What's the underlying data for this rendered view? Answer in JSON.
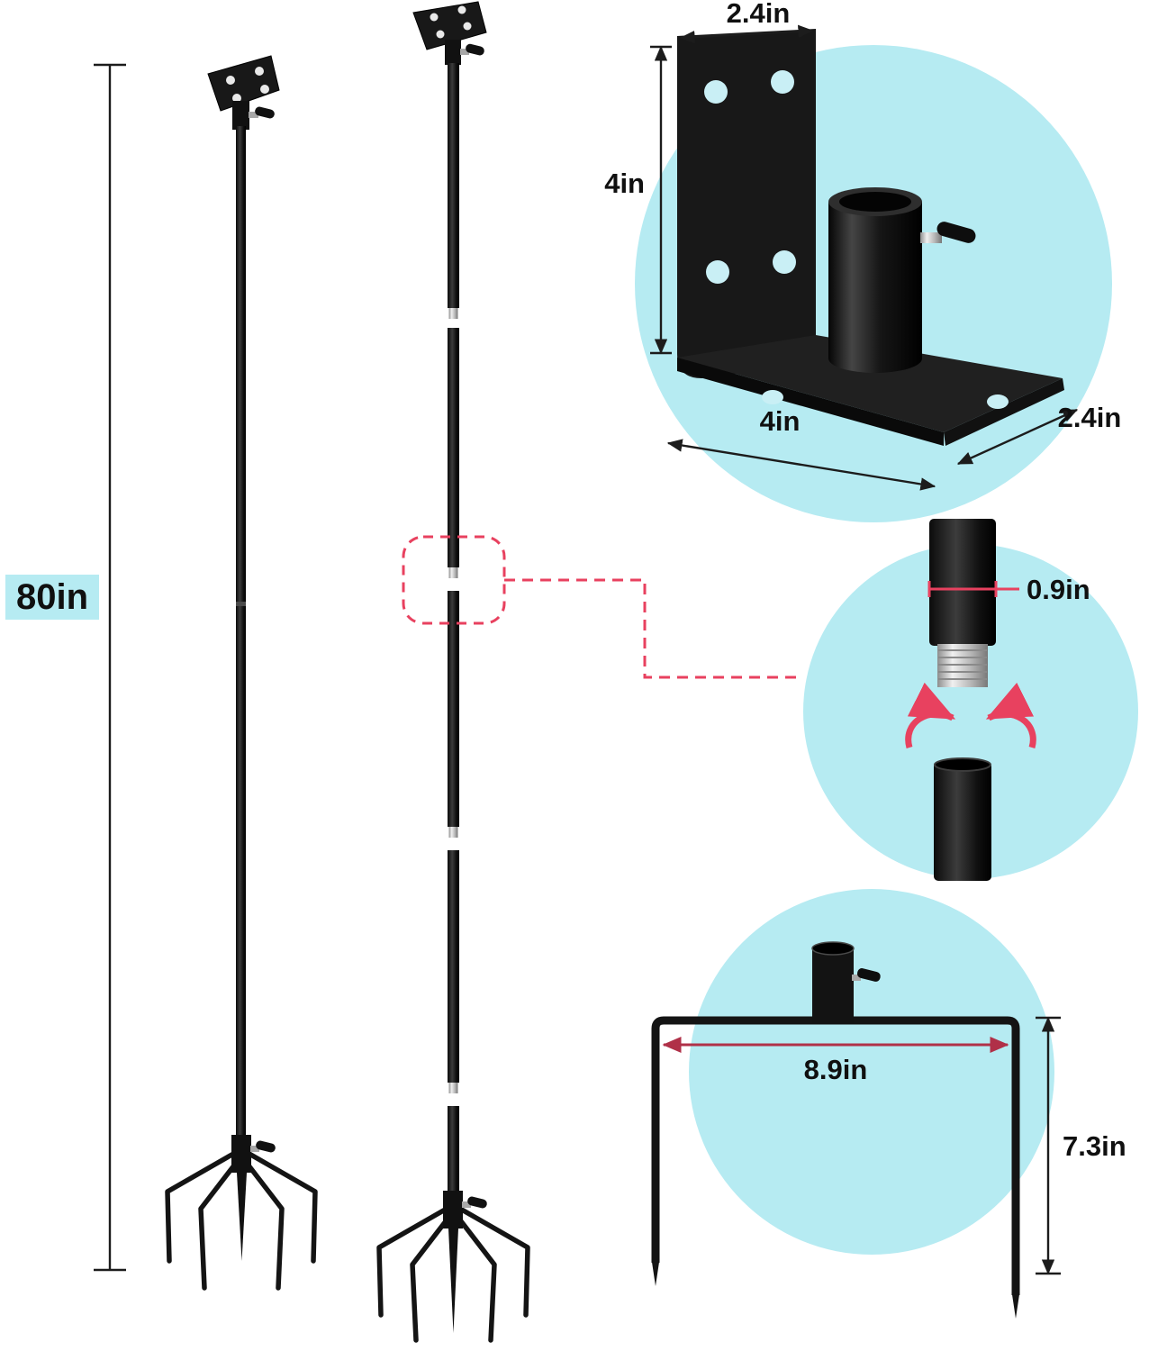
{
  "diagram": {
    "labels": {
      "pole_height": "80in",
      "bracket_top_width": "2.4in",
      "bracket_plate_height": "4in",
      "bracket_base_width": "4in",
      "bracket_base_depth": "2.4in",
      "pole_diameter": "0.9in",
      "stake_width": "8.9in",
      "stake_leg_height": "7.3in"
    },
    "colors": {
      "detail_circle_fill": "#b6ebf2",
      "accent_red": "#e8415f",
      "dim_red": "#b03048",
      "metal_black": "#161616"
    }
  }
}
